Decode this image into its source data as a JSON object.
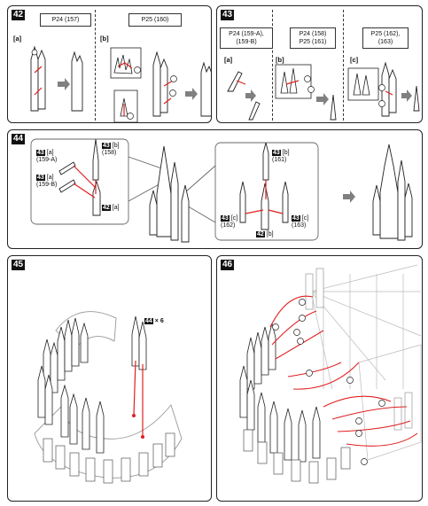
{
  "steps": {
    "s42": {
      "number": "42",
      "refs": [
        "P24 (157)",
        "P25 (160)"
      ],
      "subs": [
        "[a]",
        "[b]"
      ]
    },
    "s43": {
      "number": "43",
      "refs": [
        "P24 (159-A),\n(159-B)",
        "P24 (158)\nP25 (161)",
        "P25 (162),\n(163)"
      ],
      "subs": [
        "[a]",
        "[b]",
        "[c]"
      ]
    },
    "s44": {
      "number": "44",
      "labels": {
        "a1": {
          "num": "43",
          "text": "[a]\n(159-A)"
        },
        "a2": {
          "num": "43",
          "text": "[a]\n(159-B)"
        },
        "b158": {
          "num": "43",
          "text": "[b]\n(158)"
        },
        "base_a": {
          "num": "42",
          "text": "[a]"
        },
        "b161": {
          "num": "43",
          "text": "[b]\n(161)"
        },
        "c162": {
          "num": "43",
          "text": "[c]\n(162)"
        },
        "c163": {
          "num": "43",
          "text": "[c]\n(163)"
        },
        "base_b": {
          "num": "42",
          "text": "[b]"
        }
      }
    },
    "s45": {
      "number": "45",
      "callout_num": "44",
      "callout_text": "× 6"
    },
    "s46": {
      "number": "46"
    }
  },
  "colors": {
    "arrow": "#e02020",
    "line": "#222222",
    "grey_arrow": "#808080"
  }
}
